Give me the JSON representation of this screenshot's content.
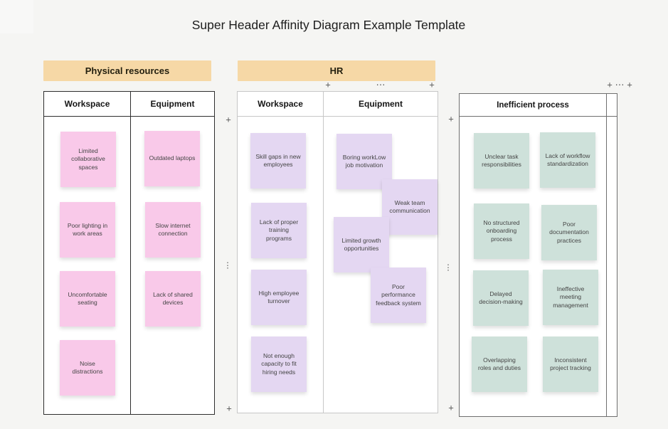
{
  "title": "Super Header Affinity Diagram Example Template",
  "bands": [
    {
      "label": "Physical resources"
    },
    {
      "label": "HR"
    }
  ],
  "table1": {
    "columns": [
      "Workspace",
      "Equipment"
    ],
    "workspace_notes": [
      "Limited collaborative spaces",
      "Poor lighting in work areas",
      "Uncomfortable seating",
      "Noise distractions"
    ],
    "equipment_notes": [
      "Outdated laptops",
      "Slow internet connection",
      "Lack of shared devices"
    ]
  },
  "table2": {
    "columns": [
      "Workspace",
      "Equipment"
    ],
    "workspace_notes": [
      "Skill gaps in new employees",
      "Lack of proper training programs",
      "High employee turnover",
      "Not enough capacity to fit hiring needs"
    ],
    "equipment_notes": [
      "Boring workLow job motivation",
      "Weak team communication",
      "Limited growth opportunities",
      "Poor performance feedback system"
    ]
  },
  "table3": {
    "columns": [
      "Inefficient process"
    ],
    "notes": [
      "Unclear task responsibilities",
      "Lack of workflow standardization",
      "No structured onboarding process",
      "Poor documentation practices",
      "Delayed decision-making",
      "Ineffective meeting management",
      "Overlapping roles and duties",
      "Inconsistent project tracking"
    ]
  },
  "controls": {
    "add": "+",
    "more_h": "⋯",
    "more_v": "⋮"
  },
  "colors": {
    "background": "#f5f5f3",
    "super_header_band": "#f6d8a6",
    "note_pink": "#f9c9e9",
    "note_purple": "#e4d7f2",
    "note_green": "#cee1da",
    "table1_border": "#2e2e2e",
    "table2_border": "#c7c7c7",
    "table3_border": "#6f6f6f"
  }
}
